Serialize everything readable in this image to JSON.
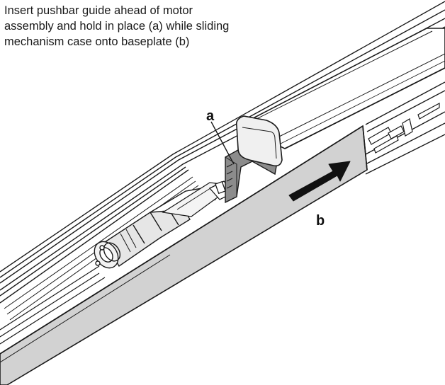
{
  "instruction": {
    "lines": [
      "Insert pushbar guide ahead of motor",
      "assembly and hold in place (a) while sliding",
      "mechanism case onto baseplate (b)"
    ]
  },
  "callouts": {
    "a": "a",
    "b": "b"
  },
  "colors": {
    "line": "#1a1a1a",
    "case_fill": "#d2d2d2",
    "guide_fill": "#8c8c8c",
    "motor_fill": "#e6e6e6",
    "arrow_fill": "#111111",
    "background": "#ffffff"
  }
}
